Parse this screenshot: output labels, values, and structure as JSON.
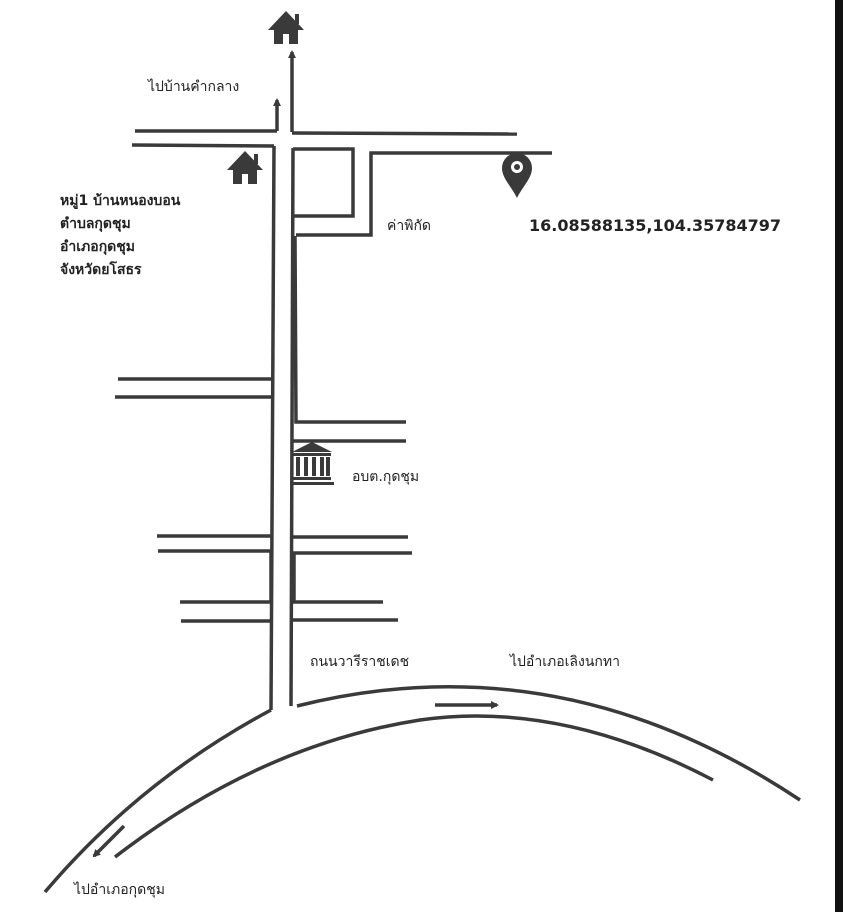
{
  "labels": {
    "to_ban_kham_klang": "ไปบ้านคำกลาง",
    "address": {
      "line1": "หมู่1 บ้านหนองบอน",
      "line2": "ตำบลกุดชุม",
      "line3": "อำเภอกุดชุม",
      "line4": "จังหวัดยโสธร"
    },
    "pin_label": "ค่าพิกัด",
    "coordinates": "16.08588135,104.35784797",
    "office": "อบต.กุดชุม",
    "road_name": "ถนนวารีราชเดช",
    "to_loeng_nok_tha": "ไปอำเภอเลิงนกทา",
    "to_kut_chum": "ไปอำเภอกุดชุม"
  },
  "icons": {
    "top_destination": "house-icon",
    "origin": "house-icon",
    "location": "map-pin-icon",
    "office": "government-building-icon"
  },
  "colors": {
    "road": "#3a3a3a",
    "icon": "#3a3a3a",
    "text": "#222222",
    "edge": "#111111"
  }
}
